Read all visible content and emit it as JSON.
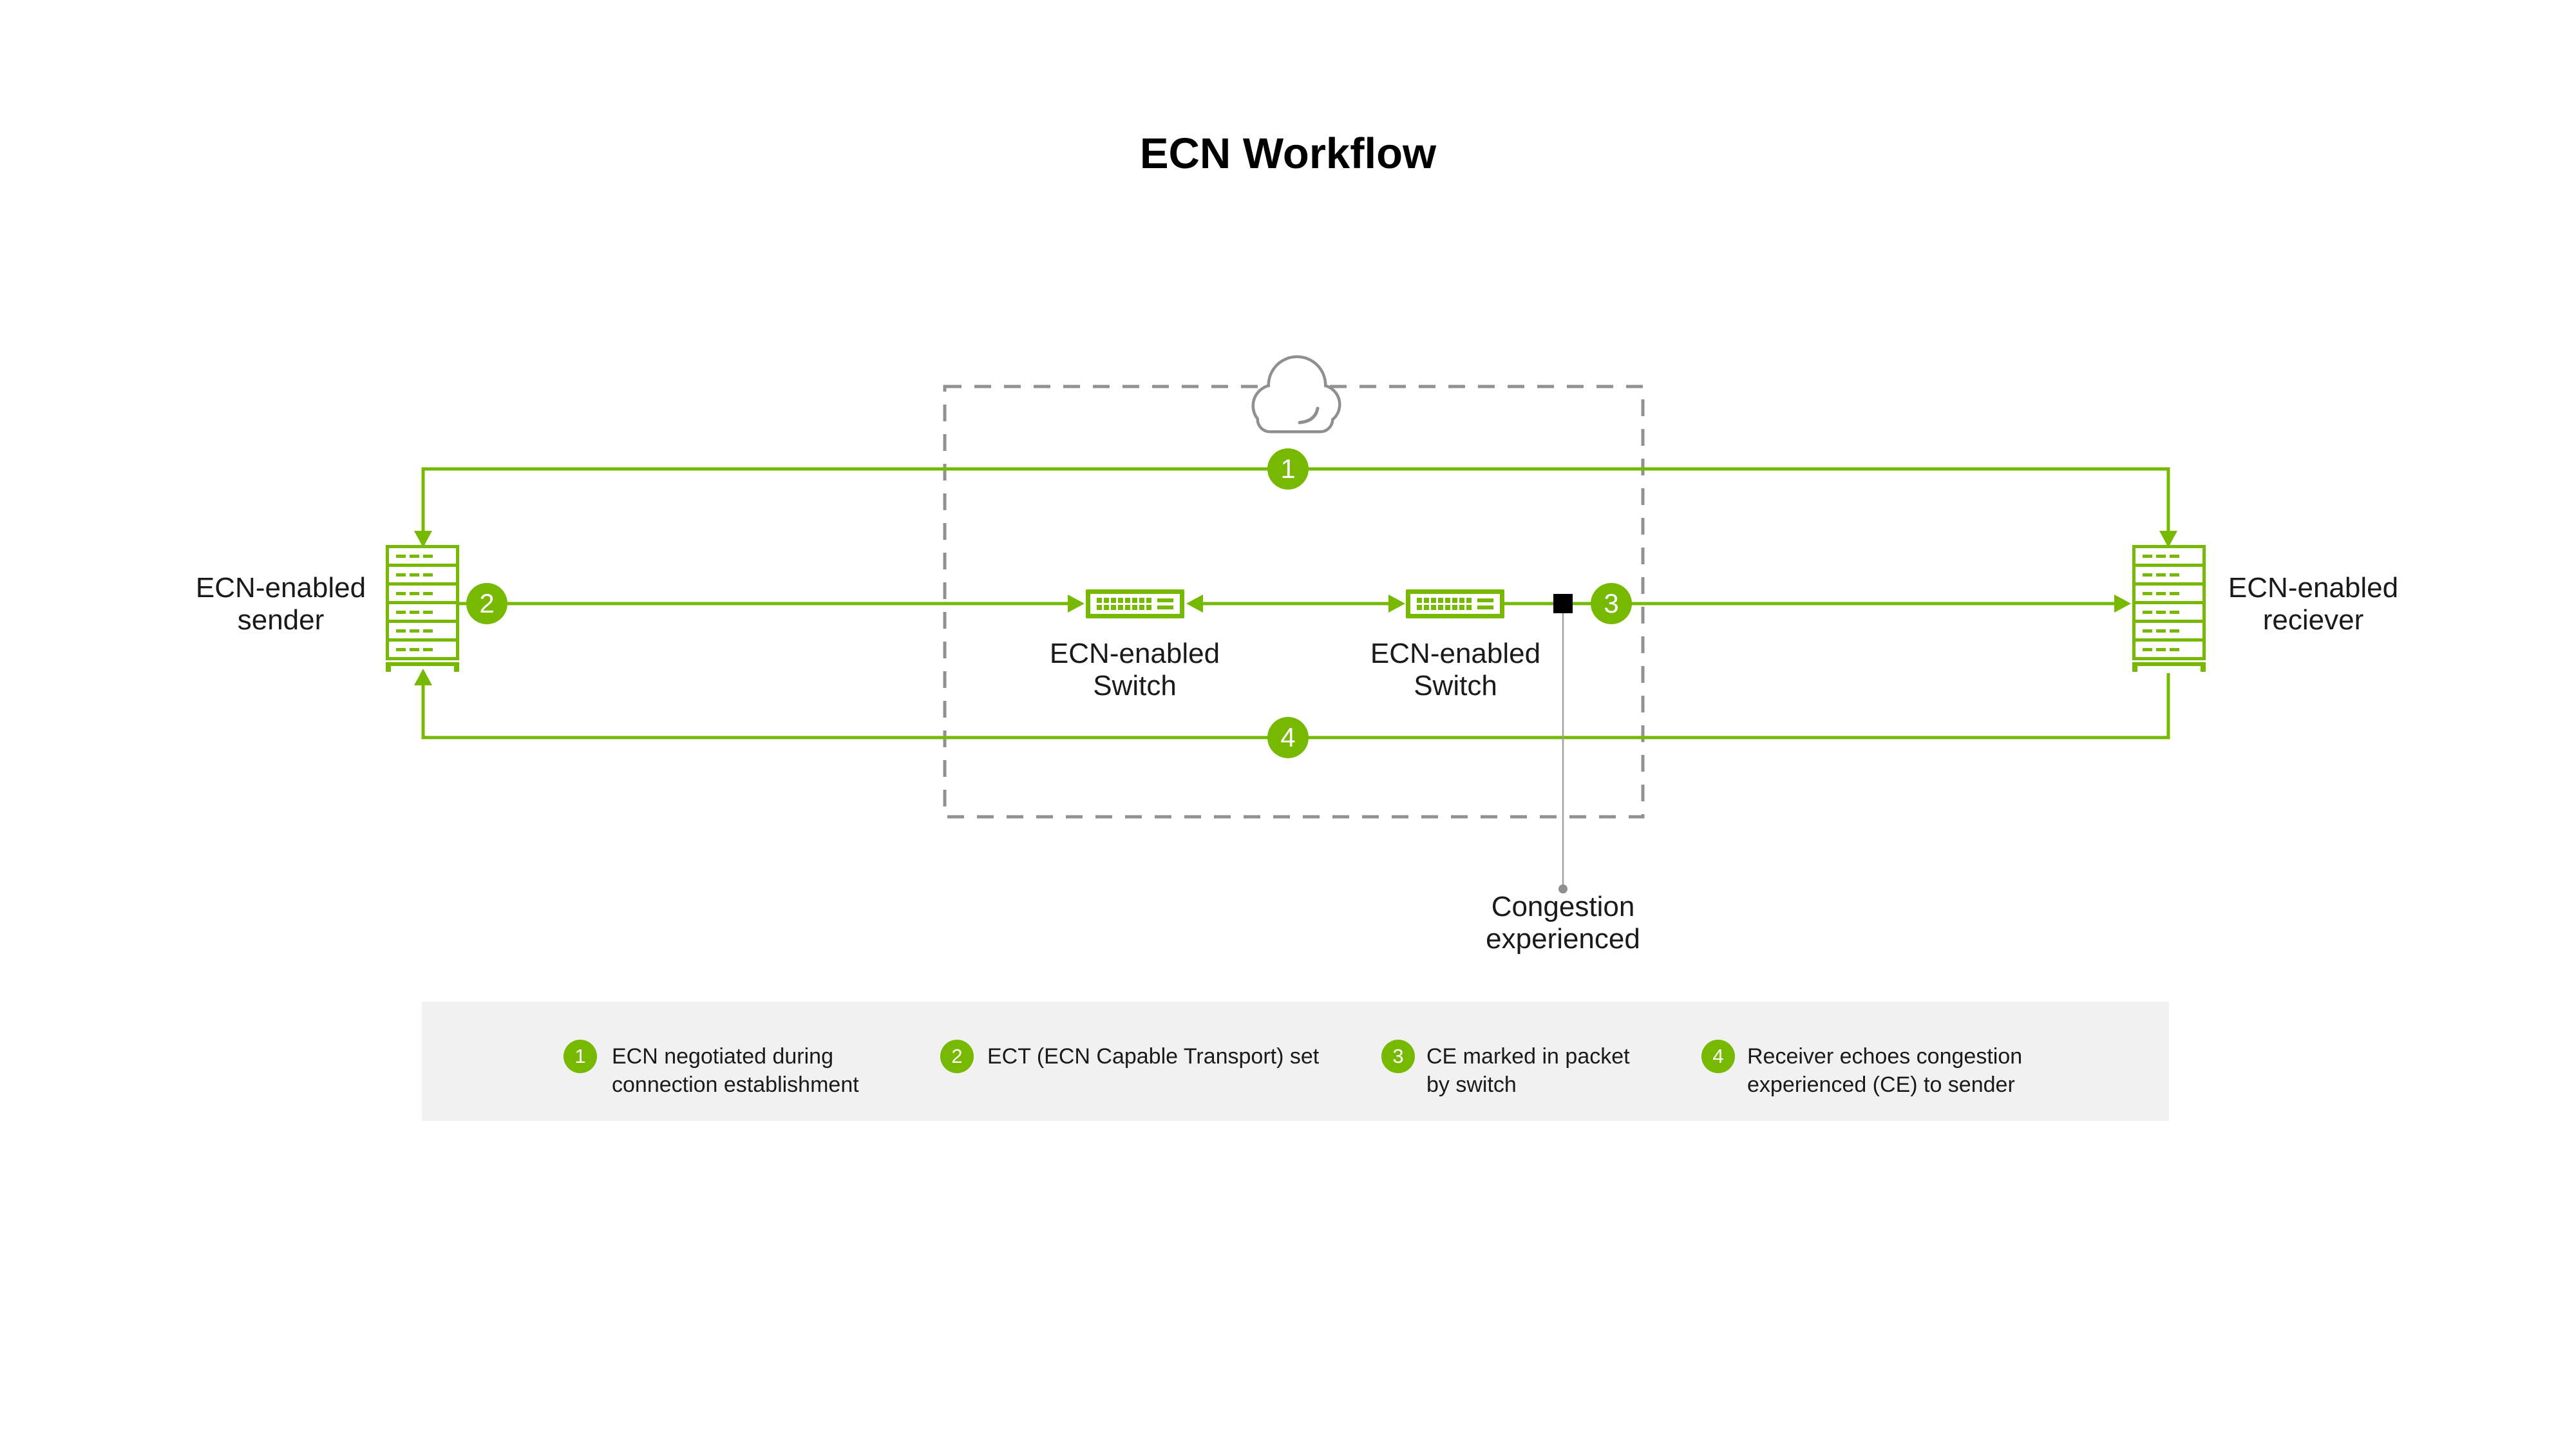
{
  "title": "ECN Workflow",
  "colors": {
    "accent_green": "#76B900",
    "dash_gray": "#919191",
    "cloud_gray": "#8f8f8f",
    "legend_bg": "#f1f1f1",
    "text": "#1a1a1a",
    "packet_black": "#000000"
  },
  "nodes": {
    "sender": {
      "label": "ECN-enabled sender",
      "icon": "server-icon"
    },
    "switch1": {
      "label": "ECN-enabled Switch",
      "icon": "switch-icon"
    },
    "switch2": {
      "label": "ECN-enabled Switch",
      "icon": "switch-icon"
    },
    "receiver": {
      "label": "ECN-enabled reciever",
      "icon": "server-icon"
    },
    "network": {
      "icon": "cloud-icon"
    }
  },
  "annotations": {
    "congestion": "Congestion experienced"
  },
  "steps": [
    {
      "number": "1",
      "description": "ECN negotiated during connection establishment"
    },
    {
      "number": "2",
      "description": "ECT (ECN Capable Transport) set"
    },
    {
      "number": "3",
      "description": "CE marked in packet by switch"
    },
    {
      "number": "4",
      "description": "Receiver echoes congestion experienced (CE) to sender"
    }
  ]
}
